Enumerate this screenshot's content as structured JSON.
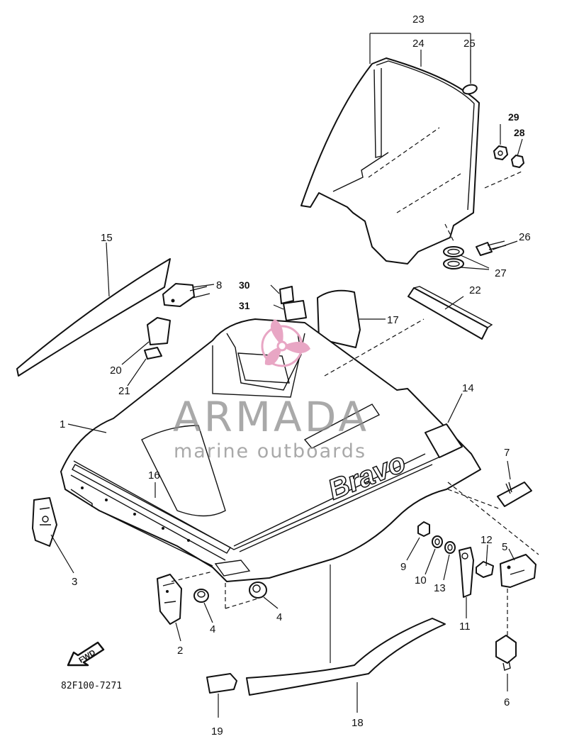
{
  "diagram": {
    "part_numbers": [
      "1",
      "2",
      "3",
      "4",
      "4",
      "5",
      "6",
      "7",
      "8",
      "9",
      "10",
      "11",
      "12",
      "13",
      "14",
      "15",
      "16",
      "17",
      "18",
      "19",
      "20",
      "21",
      "22",
      "23",
      "24",
      "25",
      "26",
      "27",
      "28",
      "29",
      "30",
      "31"
    ],
    "bold_part_numbers": [
      "28",
      "29",
      "30",
      "31"
    ],
    "drawing_code": "82F100-7271",
    "fwd_label": "FWD",
    "cowling_text": "Bravo"
  },
  "watermark": {
    "brand": "ARMADA",
    "tagline": "marine outboards",
    "accent_color": "#e8a6c4",
    "text_color": "#8c8c8c"
  }
}
